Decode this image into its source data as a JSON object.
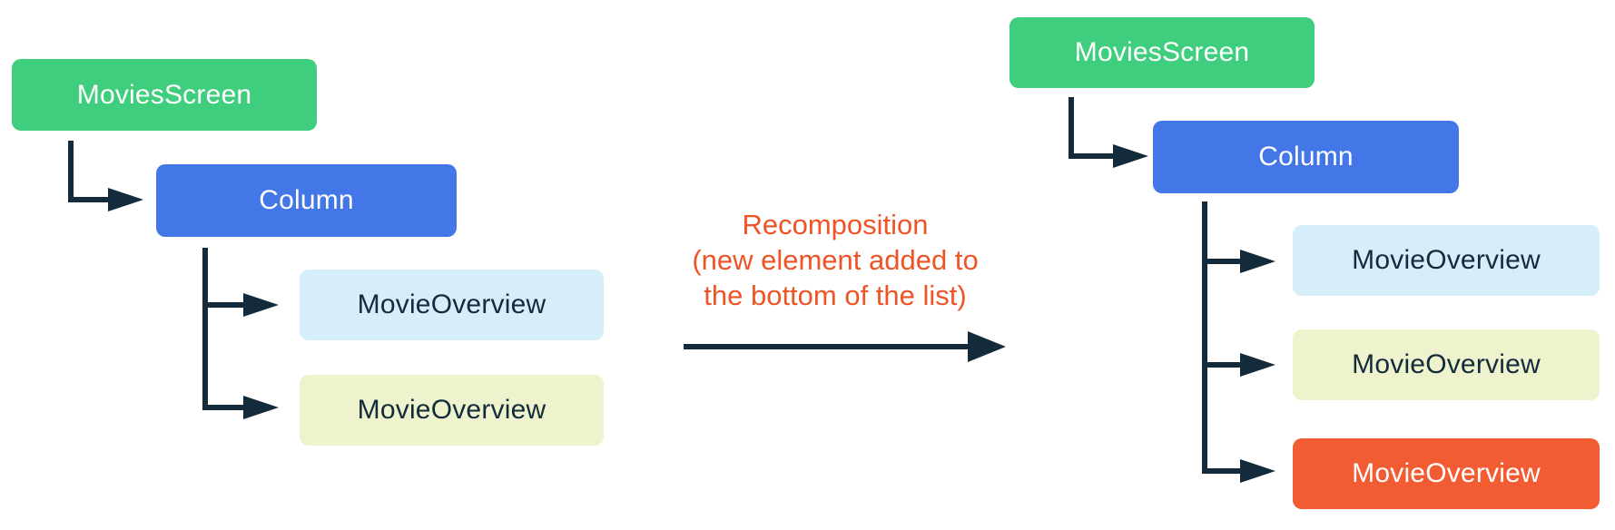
{
  "trees": {
    "before": {
      "nodes": [
        {
          "label": "MoviesScreen"
        },
        {
          "label": "Column"
        },
        {
          "label": "MovieOverview"
        },
        {
          "label": "MovieOverview"
        }
      ]
    },
    "after": {
      "nodes": [
        {
          "label": "MoviesScreen"
        },
        {
          "label": "Column"
        },
        {
          "label": "MovieOverview"
        },
        {
          "label": "MovieOverview"
        },
        {
          "label": "MovieOverview"
        }
      ]
    }
  },
  "annotation": {
    "lines": [
      "Recomposition",
      "(new element added to",
      "the bottom of the list)"
    ]
  },
  "colors": {
    "green": "#3FCE7E",
    "blue": "#4377E8",
    "light_blue": "#D6EDFA",
    "light_yellow": "#EEF3CE",
    "orange": "#F25C33",
    "connector": "#142B3B",
    "annotation": "#EF5426"
  }
}
